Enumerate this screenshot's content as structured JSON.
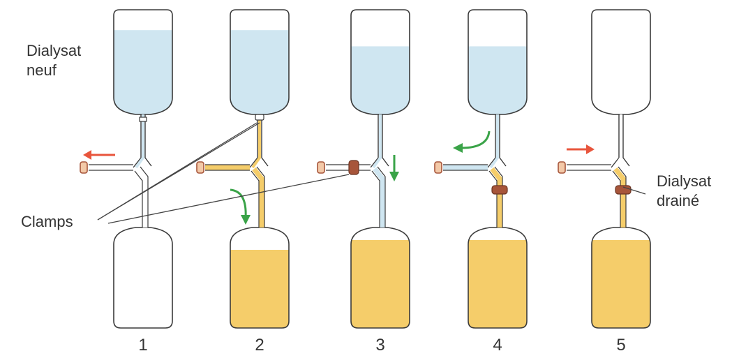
{
  "labels": {
    "fresh_dialysate": [
      "Dialysat",
      "neuf"
    ],
    "clamps": "Clamps",
    "drained_dialysate": [
      "Dialysat",
      "drainé"
    ]
  },
  "steps": [
    {
      "number": "1",
      "top_fill": 0.8,
      "bottom_fill": 0.0,
      "arrow": "outflow-red"
    },
    {
      "number": "2",
      "top_fill": 0.8,
      "bottom_fill": 0.8,
      "arrow": "drain-green"
    },
    {
      "number": "3",
      "top_fill": 0.6,
      "bottom_fill": 0.9,
      "arrow": "flush-green"
    },
    {
      "number": "4",
      "top_fill": 0.6,
      "bottom_fill": 0.9,
      "arrow": "inflow-green"
    },
    {
      "number": "5",
      "top_fill": 0.0,
      "bottom_fill": 0.9,
      "arrow": "return-red"
    }
  ],
  "colors": {
    "fresh": "#cfe6f1",
    "drained": "#f5cd6a",
    "clamp": "#a7553a",
    "red_arrow": "#e8553c",
    "green_arrow": "#3aa348",
    "outline": "#3a3a3a"
  }
}
